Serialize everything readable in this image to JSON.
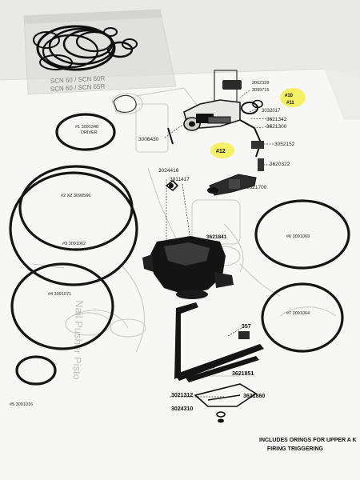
{
  "bag_text": {
    "line1": "SCN 60 / SCN 60R",
    "line2": "SCN 60 / SCN 65R"
  },
  "orings": [
    {
      "label": "#1 3091340",
      "sublabel": "DRIVER"
    },
    {
      "label": "#2 X2 3090566",
      "sublabel": ""
    },
    {
      "label": "#3 3091062",
      "sublabel": ""
    },
    {
      "label": "#4 3091071",
      "sublabel": ""
    },
    {
      "label": "#5 3091016",
      "sublabel": ""
    },
    {
      "label": "#6 3091069",
      "sublabel": ""
    },
    {
      "label": "#7 3091064",
      "sublabel": ""
    }
  ],
  "callouts": [
    {
      "text": "#10"
    },
    {
      "text": "#11"
    },
    {
      "text": "#12"
    }
  ],
  "parts": [
    {
      "number": "3006430"
    },
    {
      "number": "3062328"
    },
    {
      "number": "3099715"
    },
    {
      "number": "3032017"
    },
    {
      "number": "3621342"
    },
    {
      "number": "3621300"
    },
    {
      "number": "3052152"
    },
    {
      "number": "3620322"
    },
    {
      "number": "3024416"
    },
    {
      "number": "3011417"
    },
    {
      "number": "3621700"
    },
    {
      "number": "3621841"
    },
    {
      "number": "357"
    },
    {
      "number": "3621851"
    },
    {
      "number": "3021312"
    },
    {
      "number": "3621860"
    },
    {
      "number": "3024310"
    }
  ],
  "side_text": "Nail Pusher Pisto",
  "footer": {
    "line1": "INCLUDES ORINGS FOR UPPER A K",
    "line2": "FIRING TRIGGERING"
  },
  "colors": {
    "background": "#ededea",
    "paper": "#f7f7f5",
    "ring": "#151515",
    "highlight": "#f4f054",
    "ink": "#1a1a1a"
  }
}
